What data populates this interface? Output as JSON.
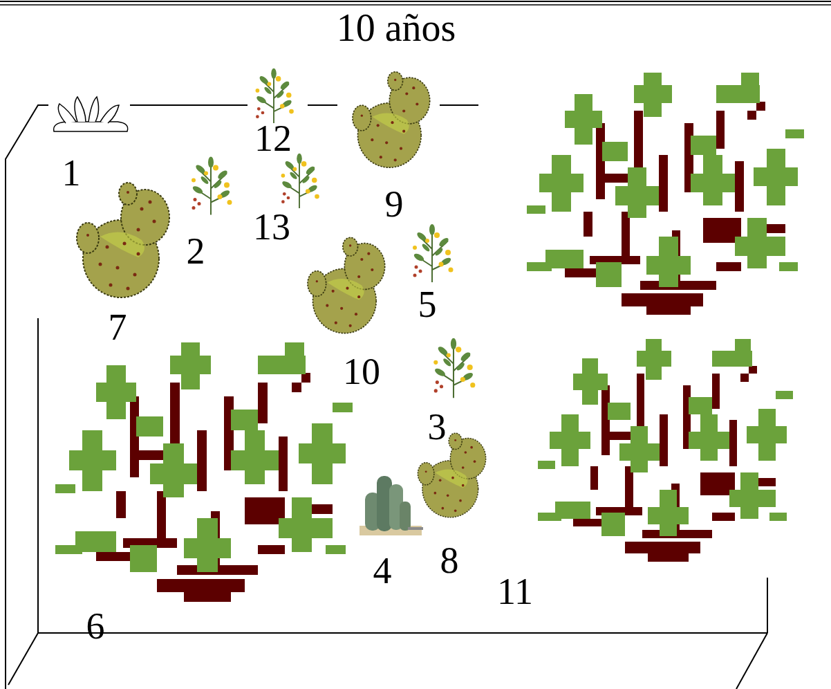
{
  "diagram": {
    "title": "10 años",
    "labels": [
      "12",
      "1",
      "9",
      "13",
      "2",
      "5",
      "7",
      "10",
      "3",
      "8",
      "4",
      "11",
      "6"
    ]
  }
}
